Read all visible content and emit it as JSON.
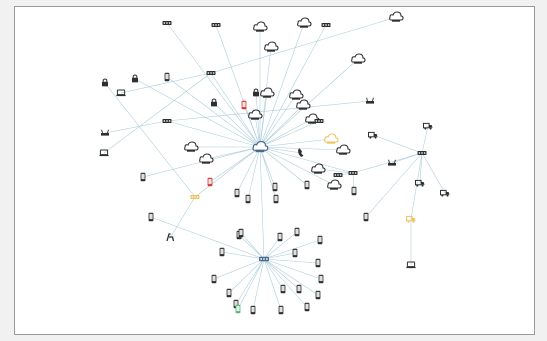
{
  "diagram": {
    "type": "network-topology",
    "colors": {
      "edge": "#a9cbd8",
      "node_dark": "#2f2f2f",
      "hub": "#4a6a8e",
      "alert": "#d23a34",
      "warning": "#f0c35a",
      "ok": "#56b878",
      "label": "#6a6a6a"
    },
    "nodes": [
      {
        "id": "core",
        "kind": "cloud",
        "status": "hub",
        "label": "",
        "tag": ""
      },
      {
        "id": "sub",
        "kind": "switch",
        "status": "hub",
        "label": "",
        "tag": ""
      },
      {
        "id": "n1",
        "kind": "switch",
        "status": "normal",
        "label": "",
        "tag": ""
      },
      {
        "id": "n2",
        "kind": "switch",
        "status": "normal",
        "label": "",
        "tag": ""
      },
      {
        "id": "n3",
        "kind": "cloud",
        "status": "normal",
        "label": "",
        "tag": ""
      },
      {
        "id": "n4",
        "kind": "cloud",
        "status": "normal",
        "label": "",
        "tag": ""
      },
      {
        "id": "n5",
        "kind": "switch",
        "status": "normal",
        "label": "",
        "tag": ""
      },
      {
        "id": "n6",
        "kind": "cloud",
        "status": "normal",
        "label": "",
        "tag": ""
      },
      {
        "id": "n7",
        "kind": "phone",
        "status": "normal",
        "label": "",
        "tag": ""
      },
      {
        "id": "n8",
        "kind": "cloud",
        "status": "normal",
        "label": "",
        "tag": ""
      },
      {
        "id": "n9",
        "kind": "switch",
        "status": "normal",
        "label": "",
        "tag": ""
      },
      {
        "id": "n10",
        "kind": "lock",
        "status": "normal",
        "label": "",
        "tag": ""
      },
      {
        "id": "n11",
        "kind": "phone",
        "status": "normal",
        "label": "",
        "tag": ""
      },
      {
        "id": "n12",
        "kind": "laptop",
        "status": "normal",
        "label": "",
        "tag": ""
      },
      {
        "id": "n13",
        "kind": "lock",
        "status": "normal",
        "label": "",
        "tag": ""
      },
      {
        "id": "n14",
        "kind": "cloud",
        "status": "normal",
        "label": "",
        "tag": ""
      },
      {
        "id": "n15",
        "kind": "phone",
        "status": "alert",
        "label": "",
        "tag": ""
      },
      {
        "id": "n16",
        "kind": "cloud",
        "status": "normal",
        "label": "",
        "tag": ""
      },
      {
        "id": "n17",
        "kind": "cloud",
        "status": "normal",
        "label": "",
        "tag": ""
      },
      {
        "id": "n18",
        "kind": "lock",
        "status": "normal",
        "label": "",
        "tag": ""
      },
      {
        "id": "n19",
        "kind": "switch",
        "status": "normal",
        "label": "",
        "tag": ""
      },
      {
        "id": "n20",
        "kind": "cloud",
        "status": "normal",
        "label": "",
        "tag": ""
      },
      {
        "id": "n21",
        "kind": "router",
        "status": "normal",
        "label": "",
        "tag": ""
      },
      {
        "id": "n22",
        "kind": "cloud",
        "status": "normal",
        "label": "",
        "tag": ""
      },
      {
        "id": "n23",
        "kind": "cloud",
        "status": "normal",
        "label": "",
        "tag": ""
      },
      {
        "id": "n24",
        "kind": "cloud",
        "status": "warning",
        "label": "",
        "tag": ""
      },
      {
        "id": "n25",
        "kind": "deskphone",
        "status": "normal",
        "label": "",
        "tag": ""
      },
      {
        "id": "n26",
        "kind": "cloud",
        "status": "normal",
        "label": "",
        "tag": ""
      },
      {
        "id": "n27",
        "kind": "phone",
        "status": "alert",
        "label": "",
        "tag": ""
      },
      {
        "id": "n28",
        "kind": "phone",
        "status": "normal",
        "label": "",
        "tag": ""
      },
      {
        "id": "n29",
        "kind": "phone",
        "status": "normal",
        "label": "",
        "tag": ""
      },
      {
        "id": "n30",
        "kind": "phone",
        "status": "normal",
        "label": "",
        "tag": ""
      },
      {
        "id": "n31",
        "kind": "phone",
        "status": "normal",
        "label": "",
        "tag": ""
      },
      {
        "id": "n32",
        "kind": "phone",
        "status": "normal",
        "label": "",
        "tag": ""
      },
      {
        "id": "n33",
        "kind": "phone",
        "status": "normal",
        "label": "",
        "tag": ""
      },
      {
        "id": "n34",
        "kind": "switch",
        "status": "normal",
        "label": "",
        "tag": ""
      },
      {
        "id": "n35",
        "kind": "cloud",
        "status": "normal",
        "label": "",
        "tag": ""
      },
      {
        "id": "n36",
        "kind": "switch",
        "status": "warning",
        "label": "",
        "tag": ""
      },
      {
        "id": "n37",
        "kind": "phone",
        "status": "normal",
        "label": "",
        "tag": ""
      },
      {
        "id": "n38",
        "kind": "router",
        "status": "normal",
        "label": "",
        "tag": ""
      },
      {
        "id": "n39",
        "kind": "phone",
        "status": "normal",
        "label": "",
        "tag": ""
      },
      {
        "id": "n40",
        "kind": "laptop",
        "status": "normal",
        "label": "",
        "tag": ""
      },
      {
        "id": "n41",
        "kind": "laptop",
        "status": "normal",
        "label": "",
        "tag": ""
      },
      {
        "id": "n42",
        "kind": "switch",
        "status": "normal",
        "label": "",
        "tag": ""
      },
      {
        "id": "n43",
        "kind": "truck",
        "status": "normal",
        "label": "",
        "tag": ""
      },
      {
        "id": "n44",
        "kind": "truck",
        "status": "normal",
        "label": "",
        "tag": ""
      },
      {
        "id": "n45",
        "kind": "truck",
        "status": "normal",
        "label": "",
        "tag": ""
      },
      {
        "id": "n46",
        "kind": "phone",
        "status": "normal",
        "label": "",
        "tag": ""
      },
      {
        "id": "n47",
        "kind": "phone",
        "status": "normal",
        "label": "",
        "tag": ""
      },
      {
        "id": "n48",
        "kind": "truck",
        "status": "warning",
        "label": "",
        "tag": ""
      },
      {
        "id": "n49",
        "kind": "truck",
        "status": "normal",
        "label": "",
        "tag": ""
      },
      {
        "id": "n50",
        "kind": "router",
        "status": "normal",
        "label": "",
        "tag": ""
      },
      {
        "id": "n51",
        "kind": "switch",
        "status": "normal",
        "label": "",
        "tag": ""
      },
      {
        "id": "n52",
        "kind": "cloud",
        "status": "normal",
        "label": "",
        "tag": ""
      },
      {
        "id": "n53",
        "kind": "cloud",
        "status": "normal",
        "label": "",
        "tag": ""
      },
      {
        "id": "n54",
        "kind": "switch",
        "status": "normal",
        "label": "",
        "tag": ""
      },
      {
        "id": "n55",
        "kind": "cloud",
        "status": "normal",
        "label": "",
        "tag": ""
      },
      {
        "id": "n56",
        "kind": "lock",
        "status": "normal",
        "label": "",
        "tag": ""
      },
      {
        "id": "n57",
        "kind": "signal",
        "status": "normal",
        "label": "",
        "tag": ""
      },
      {
        "id": "n58",
        "kind": "phone",
        "status": "normal",
        "label": "",
        "tag": ""
      },
      {
        "id": "n59",
        "kind": "phone",
        "status": "normal",
        "label": "",
        "tag": ""
      },
      {
        "id": "n60",
        "kind": "phone",
        "status": "normal",
        "label": "",
        "tag": ""
      },
      {
        "id": "n61",
        "kind": "phone",
        "status": "normal",
        "label": "",
        "tag": ""
      },
      {
        "id": "n62",
        "kind": "phone",
        "status": "normal",
        "label": "",
        "tag": ""
      },
      {
        "id": "n63",
        "kind": "phone",
        "status": "normal",
        "label": "",
        "tag": ""
      },
      {
        "id": "n64",
        "kind": "phone",
        "status": "normal",
        "label": "",
        "tag": ""
      },
      {
        "id": "n65",
        "kind": "phone",
        "status": "normal",
        "label": "",
        "tag": ""
      },
      {
        "id": "n66",
        "kind": "phone",
        "status": "normal",
        "label": "",
        "tag": ""
      },
      {
        "id": "n67",
        "kind": "phone",
        "status": "normal",
        "label": "",
        "tag": ""
      },
      {
        "id": "n68",
        "kind": "phone",
        "status": "normal",
        "label": "",
        "tag": ""
      },
      {
        "id": "n69",
        "kind": "phone",
        "status": "ok",
        "label": "",
        "tag": ""
      },
      {
        "id": "n70",
        "kind": "phone",
        "status": "normal",
        "label": "",
        "tag": ""
      },
      {
        "id": "n71",
        "kind": "phone",
        "status": "normal",
        "label": "",
        "tag": ""
      },
      {
        "id": "n72",
        "kind": "phone",
        "status": "normal",
        "label": "",
        "tag": ""
      },
      {
        "id": "n73",
        "kind": "phone",
        "status": "normal",
        "label": "",
        "tag": ""
      },
      {
        "id": "n74",
        "kind": "phone",
        "status": "normal",
        "label": "",
        "tag": ""
      },
      {
        "id": "n75",
        "kind": "phone",
        "status": "normal",
        "label": "",
        "tag": ""
      }
    ],
    "edges": [
      [
        "core",
        "n1"
      ],
      [
        "core",
        "n2"
      ],
      [
        "core",
        "n3"
      ],
      [
        "core",
        "n4"
      ],
      [
        "core",
        "n5"
      ],
      [
        "core",
        "n6"
      ],
      [
        "core",
        "n8"
      ],
      [
        "core",
        "n9"
      ],
      [
        "core",
        "n10"
      ],
      [
        "core",
        "n11"
      ],
      [
        "core",
        "n13"
      ],
      [
        "core",
        "n14"
      ],
      [
        "core",
        "n15"
      ],
      [
        "core",
        "n16"
      ],
      [
        "core",
        "n17"
      ],
      [
        "core",
        "n18"
      ],
      [
        "core",
        "n19"
      ],
      [
        "core",
        "n20"
      ],
      [
        "core",
        "n22"
      ],
      [
        "core",
        "n23"
      ],
      [
        "core",
        "n24"
      ],
      [
        "core",
        "n25"
      ],
      [
        "core",
        "n26"
      ],
      [
        "core",
        "n27"
      ],
      [
        "core",
        "n28"
      ],
      [
        "core",
        "n29"
      ],
      [
        "core",
        "n30"
      ],
      [
        "core",
        "n31"
      ],
      [
        "core",
        "n32"
      ],
      [
        "core",
        "n33"
      ],
      [
        "core",
        "n34"
      ],
      [
        "core",
        "n35"
      ],
      [
        "core",
        "n36"
      ],
      [
        "core",
        "n54"
      ],
      [
        "core",
        "n55"
      ],
      [
        "core",
        "sub"
      ],
      [
        "n34",
        "n53"
      ],
      [
        "n34",
        "n37"
      ],
      [
        "n34",
        "n51"
      ],
      [
        "n9",
        "n12"
      ],
      [
        "n9",
        "n7"
      ],
      [
        "n9",
        "n40"
      ],
      [
        "n19",
        "n21"
      ],
      [
        "n19",
        "n50"
      ],
      [
        "n36",
        "n57"
      ],
      [
        "n36",
        "n56"
      ],
      [
        "n42",
        "n43"
      ],
      [
        "n42",
        "n44"
      ],
      [
        "n42",
        "n45"
      ],
      [
        "n42",
        "n48"
      ],
      [
        "n42",
        "n49"
      ],
      [
        "n42",
        "n38"
      ],
      [
        "n34",
        "n42"
      ],
      [
        "n42",
        "n39"
      ],
      [
        "n48",
        "n41"
      ],
      [
        "sub",
        "n58"
      ],
      [
        "sub",
        "n59"
      ],
      [
        "sub",
        "n60"
      ],
      [
        "sub",
        "n61"
      ],
      [
        "sub",
        "n62"
      ],
      [
        "sub",
        "n63"
      ],
      [
        "sub",
        "n64"
      ],
      [
        "sub",
        "n65"
      ],
      [
        "sub",
        "n66"
      ],
      [
        "sub",
        "n67"
      ],
      [
        "sub",
        "n68"
      ],
      [
        "sub",
        "n69"
      ],
      [
        "sub",
        "n70"
      ],
      [
        "sub",
        "n71"
      ],
      [
        "sub",
        "n72"
      ],
      [
        "sub",
        "n73"
      ],
      [
        "sub",
        "n74"
      ],
      [
        "sub",
        "n75"
      ],
      [
        "sub",
        "n46"
      ],
      [
        "sub",
        "n47"
      ]
    ]
  }
}
